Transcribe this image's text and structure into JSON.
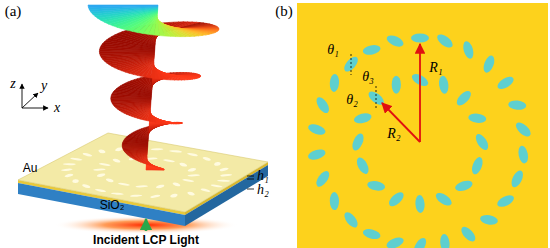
{
  "diagram": {
    "labels": [
      "(a)",
      "x",
      "y",
      "z",
      "Au",
      "SiO₂",
      "h₁",
      "h₂",
      "Incident LCP Light",
      "(b)",
      "θ₁",
      "R₁",
      "θ₂",
      "θ₃",
      "R₂"
    ]
  }
}
